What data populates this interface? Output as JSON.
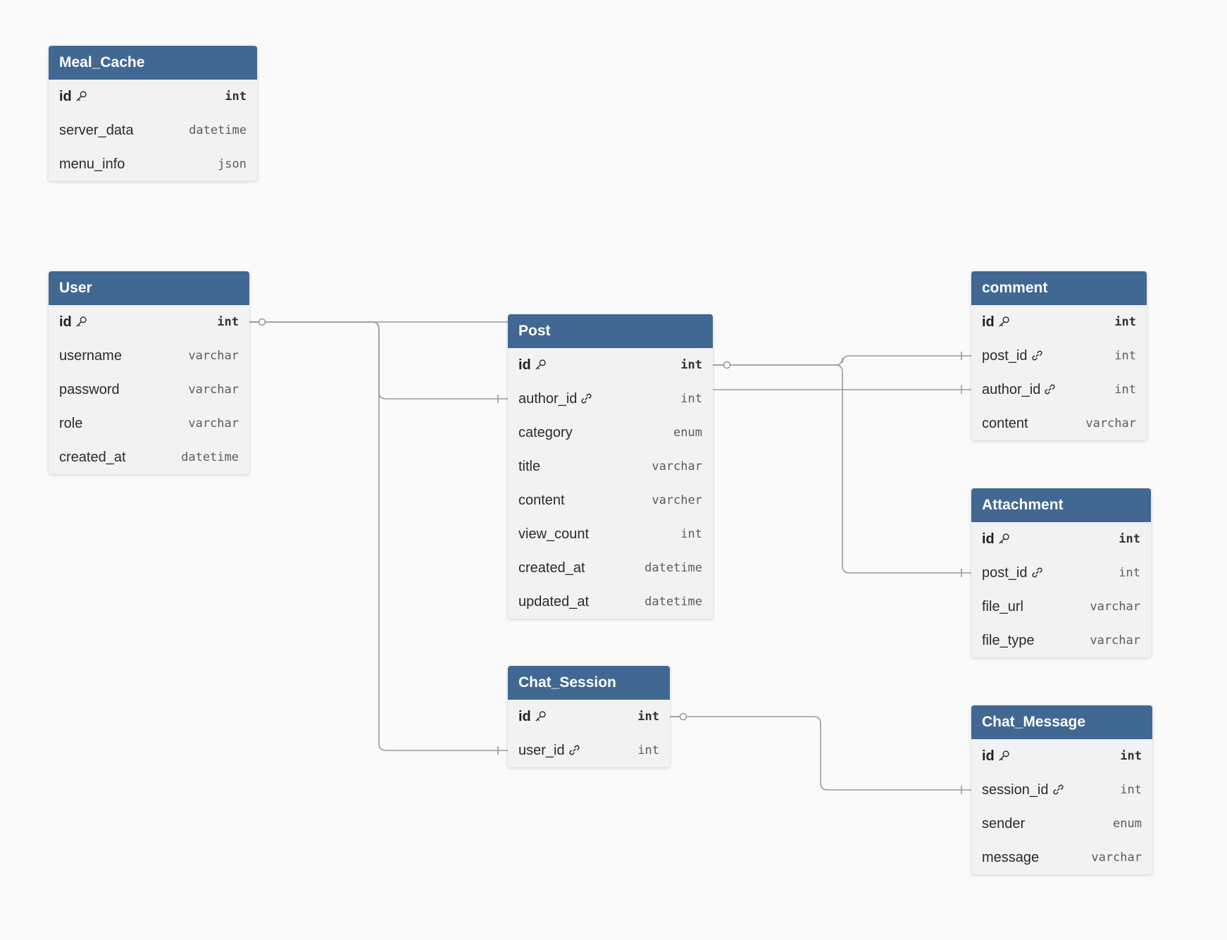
{
  "tables": [
    {
      "key": "meal_cache",
      "name": "Meal_Cache",
      "fields": [
        {
          "name": "id",
          "type": "int",
          "pk": true
        },
        {
          "name": "server_data",
          "type": "datetime"
        },
        {
          "name": "menu_info",
          "type": "json"
        }
      ]
    },
    {
      "key": "user",
      "name": "User",
      "fields": [
        {
          "name": "id",
          "type": "int",
          "pk": true
        },
        {
          "name": "username",
          "type": "varchar"
        },
        {
          "name": "password",
          "type": "varchar"
        },
        {
          "name": "role",
          "type": "varchar"
        },
        {
          "name": "created_at",
          "type": "datetime"
        }
      ]
    },
    {
      "key": "post",
      "name": "Post",
      "fields": [
        {
          "name": "id",
          "type": "int",
          "pk": true
        },
        {
          "name": "author_id",
          "type": "int",
          "fk": true
        },
        {
          "name": "category",
          "type": "enum"
        },
        {
          "name": "title",
          "type": "varchar"
        },
        {
          "name": "content",
          "type": "varcher"
        },
        {
          "name": "view_count",
          "type": "int"
        },
        {
          "name": "created_at",
          "type": "datetime"
        },
        {
          "name": "updated_at",
          "type": "datetime"
        }
      ]
    },
    {
      "key": "comment",
      "name": "comment",
      "fields": [
        {
          "name": "id",
          "type": "int",
          "pk": true
        },
        {
          "name": "post_id",
          "type": "int",
          "fk": true
        },
        {
          "name": "author_id",
          "type": "int",
          "fk": true
        },
        {
          "name": "content",
          "type": "varchar"
        }
      ]
    },
    {
      "key": "attachment",
      "name": "Attachment",
      "fields": [
        {
          "name": "id",
          "type": "int",
          "pk": true
        },
        {
          "name": "post_id",
          "type": "int",
          "fk": true
        },
        {
          "name": "file_url",
          "type": "varchar"
        },
        {
          "name": "file_type",
          "type": "varchar"
        }
      ]
    },
    {
      "key": "chat_session",
      "name": "Chat_Session",
      "fields": [
        {
          "name": "id",
          "type": "int",
          "pk": true
        },
        {
          "name": "user_id",
          "type": "int",
          "fk": true
        }
      ]
    },
    {
      "key": "chat_message",
      "name": "Chat_Message",
      "fields": [
        {
          "name": "id",
          "type": "int",
          "pk": true
        },
        {
          "name": "session_id",
          "type": "int",
          "fk": true
        },
        {
          "name": "sender",
          "type": "enum"
        },
        {
          "name": "message",
          "type": "varchar"
        }
      ]
    }
  ],
  "relationships": [
    {
      "from": "user.id",
      "to": "post.author_id"
    },
    {
      "from": "user.id",
      "to": "chat_session.user_id"
    },
    {
      "from": "user.id",
      "to": "comment.author_id"
    },
    {
      "from": "post.id",
      "to": "comment.post_id"
    },
    {
      "from": "post.id",
      "to": "attachment.post_id"
    },
    {
      "from": "chat_session.id",
      "to": "chat_message.session_id"
    }
  ],
  "colors": {
    "header": "#416892",
    "body": "#f2f2f3",
    "background": "#fafafb",
    "edge": "#9a9a9a"
  },
  "icons": {
    "primary_key": "key-icon",
    "foreign_key": "link-icon"
  }
}
